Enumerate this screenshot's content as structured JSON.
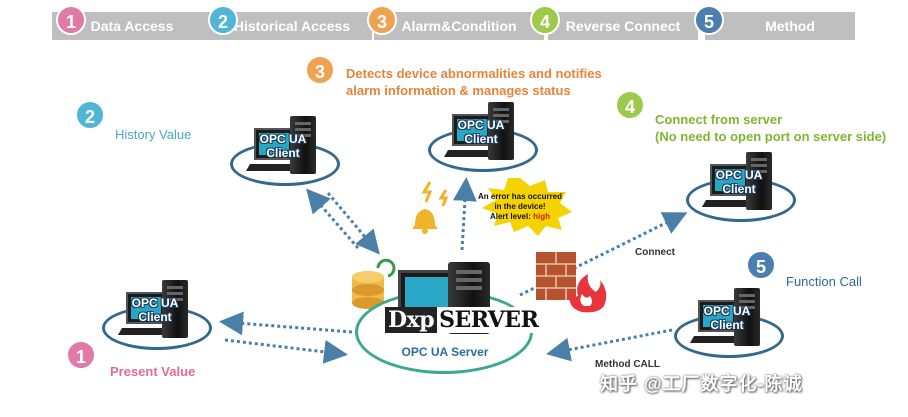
{
  "tabs": [
    {
      "num": "1",
      "label": "Data Access",
      "color": "#e07aa6"
    },
    {
      "num": "2",
      "label": "Historical Access",
      "color": "#4fb6d6"
    },
    {
      "num": "3",
      "label": "Alarm&Condition",
      "color": "#f0a253"
    },
    {
      "num": "4",
      "label": "Reverse Connect",
      "color": "#9dca4b"
    },
    {
      "num": "5",
      "label": "Method",
      "color": "#4a7fb0"
    }
  ],
  "annotations": {
    "alarm": {
      "num": "3",
      "line1": "Detects device abnormalities and notifies",
      "line2": "alarm information & manages status",
      "color": "#e8833a"
    },
    "history": {
      "num": "2",
      "text": "History Value",
      "color": "#4aa8c8"
    },
    "reverse": {
      "num": "4",
      "line1": "Connect from server",
      "line2": "(No need to open port on server side)",
      "color": "#7fb630"
    },
    "function": {
      "num": "5",
      "text": "Function Call",
      "color": "#2f6a9c"
    },
    "present": {
      "num": "1",
      "text": "Present Value",
      "color": "#e06c96"
    }
  },
  "client": {
    "line1": "OPC UA",
    "line2": "Client"
  },
  "server": {
    "brand_prefix": "Dxp",
    "brand_suffix": "SERVER",
    "label": "OPC UA Server"
  },
  "alert": {
    "line1": "An error has occurred",
    "line2": "in the device!",
    "line3_prefix": "Alert level: ",
    "line3_value": "high"
  },
  "labels": {
    "connect": "Connect",
    "method_call": "Method CALL"
  },
  "watermark": "知乎 @工厂数字化-陈诚"
}
